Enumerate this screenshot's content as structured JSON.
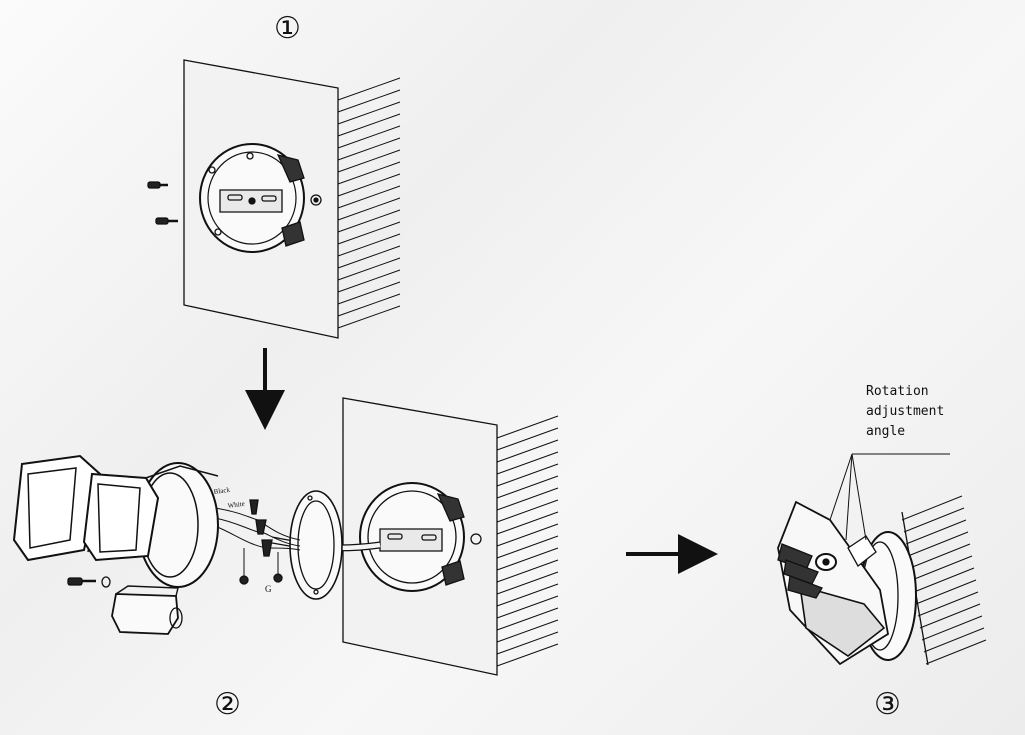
{
  "steps": {
    "step1": "①",
    "step2": "②",
    "step3": "③"
  },
  "callout": {
    "line1": "Rotation",
    "line2": "adjustment",
    "line3": "angle"
  },
  "wires": {
    "black": "Black",
    "white": "White",
    "ground": "G"
  }
}
